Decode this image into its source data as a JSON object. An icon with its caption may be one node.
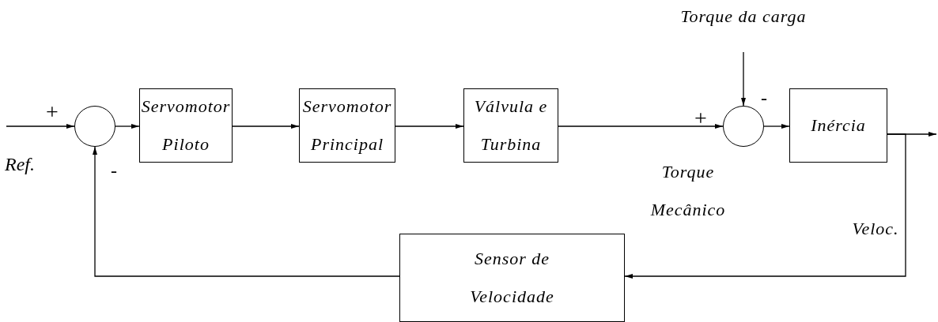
{
  "diagram": {
    "nodes": [
      {
        "text": [],
        "shape": "circle"
      },
      {
        "text": [
          "Servomotor Piloto"
        ]
      },
      {
        "text": [
          "Servomotor Principal"
        ]
      },
      {
        "text": [
          "Válvula e Turbina"
        ]
      },
      {
        "text": [],
        "shape": "circle"
      },
      {
        "text": [
          "Inércia"
        ]
      },
      {
        "text": [
          "Sensor de Velocidade"
        ]
      },
      {
        "text": [
          "Torque da carga"
        ]
      }
    ],
    "edges": [
      {
        "from": null,
        "to": 0,
        "arrow": "to"
      },
      {
        "from": 0,
        "to": 1,
        "arrow": "to"
      },
      {
        "from": 1,
        "to": 2,
        "arrow": "to"
      },
      {
        "from": 2,
        "to": 3,
        "arrow": "to"
      },
      {
        "from": 3,
        "to": 4,
        "arrow": "to",
        "label": "Torque Mecânico"
      },
      {
        "from": 7,
        "to": 4,
        "arrow": "to"
      },
      {
        "from": 4,
        "to": 5,
        "arrow": "to"
      },
      {
        "from": 5,
        "to": null,
        "arrow": "to"
      },
      {
        "from": 5,
        "to": 6,
        "arrow": "to",
        "label": "Veloc."
      },
      {
        "from": 6,
        "to": 0,
        "arrow": "to"
      }
    ],
    "labels": [
      "+",
      "Ref.",
      "-",
      "+",
      "-"
    ]
  }
}
